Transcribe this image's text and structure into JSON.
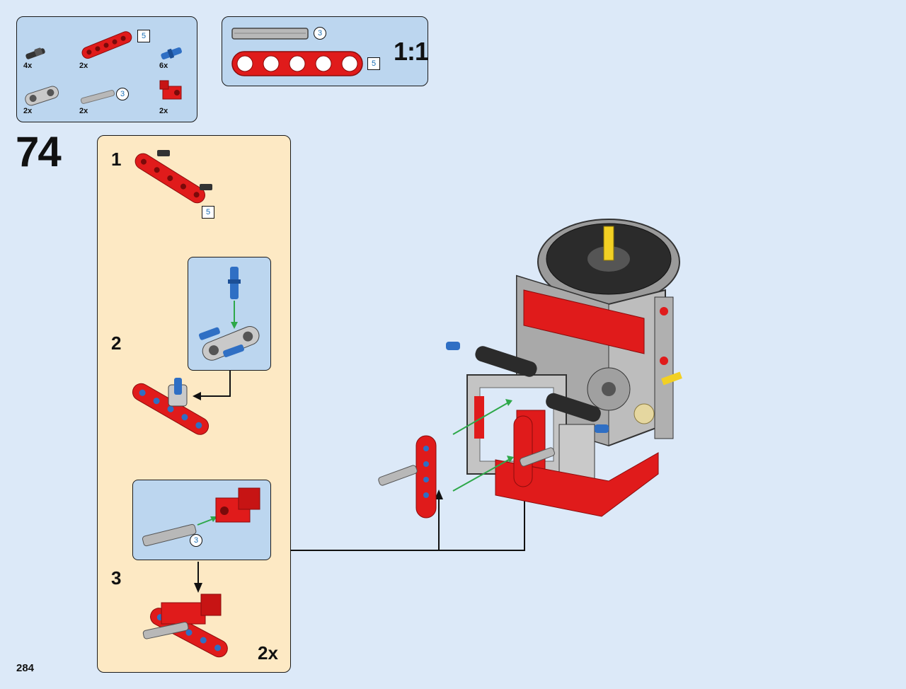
{
  "parts_list": {
    "items": [
      {
        "qty": "4x",
        "icon": "black-axle-pin-icon"
      },
      {
        "qty": "2x",
        "icon": "red-beam-5-icon",
        "length": "5"
      },
      {
        "qty": "6x",
        "icon": "blue-axle-pin-icon"
      },
      {
        "qty": "2x",
        "icon": "gray-connector-icon"
      },
      {
        "qty": "2x",
        "icon": "gray-axle-3-icon",
        "length": "3"
      },
      {
        "qty": "2x",
        "icon": "red-axle-connector-icon"
      }
    ]
  },
  "scale_reference": {
    "axle_length": "3",
    "beam_length": "5",
    "scale_label": "1:1"
  },
  "step": {
    "number": "74",
    "substeps": [
      {
        "number": "1",
        "length_label": "5"
      },
      {
        "number": "2"
      },
      {
        "number": "3",
        "length_label": "3"
      }
    ],
    "multiplier": "2x"
  },
  "page_number": "284",
  "colors": {
    "background": "#dce9f8",
    "panel_blue": "#bcd6ef",
    "panel_cream": "#fde9c4",
    "brick_red": "#e01b1b",
    "pin_blue": "#2f6fc4",
    "axle_gray": "#b8b8b8",
    "yellow": "#f2d024"
  }
}
